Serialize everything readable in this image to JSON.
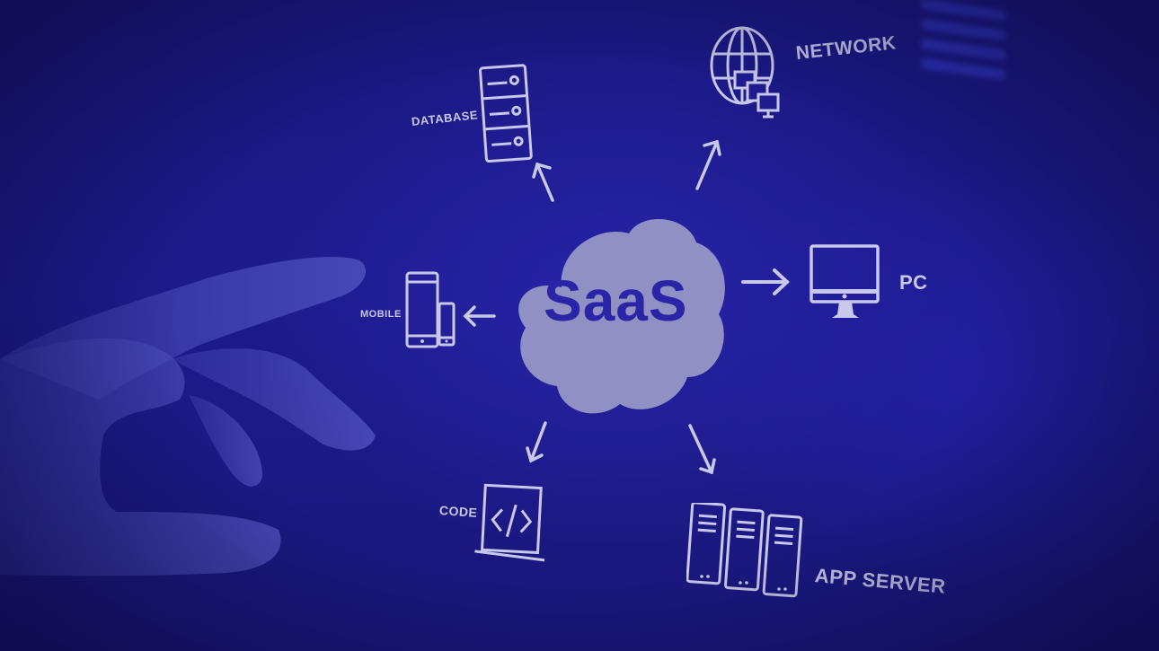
{
  "scene": {
    "description": "Hand pointing at SaaS cloud diagram on dark blue background",
    "colors": {
      "background": "#1c1a86",
      "line_art": "#c8c8ec",
      "cloud_fill": "#8f90c4",
      "cloud_text": "#2a24a6"
    }
  },
  "center": {
    "label": "SaaS",
    "icon": "cloud-icon"
  },
  "nodes": [
    {
      "id": "database",
      "label": "DATABASE",
      "icon": "database-server-icon"
    },
    {
      "id": "network",
      "label": "NETWORK",
      "icon": "globe-network-icon"
    },
    {
      "id": "mobile",
      "label": "MOBILE",
      "icon": "mobile-devices-icon"
    },
    {
      "id": "pc",
      "label": "PC",
      "icon": "desktop-monitor-icon"
    },
    {
      "id": "code",
      "label": "CODE",
      "icon": "laptop-code-icon"
    },
    {
      "id": "app_server",
      "label": "APP SERVER",
      "icon": "server-rack-icon"
    }
  ]
}
